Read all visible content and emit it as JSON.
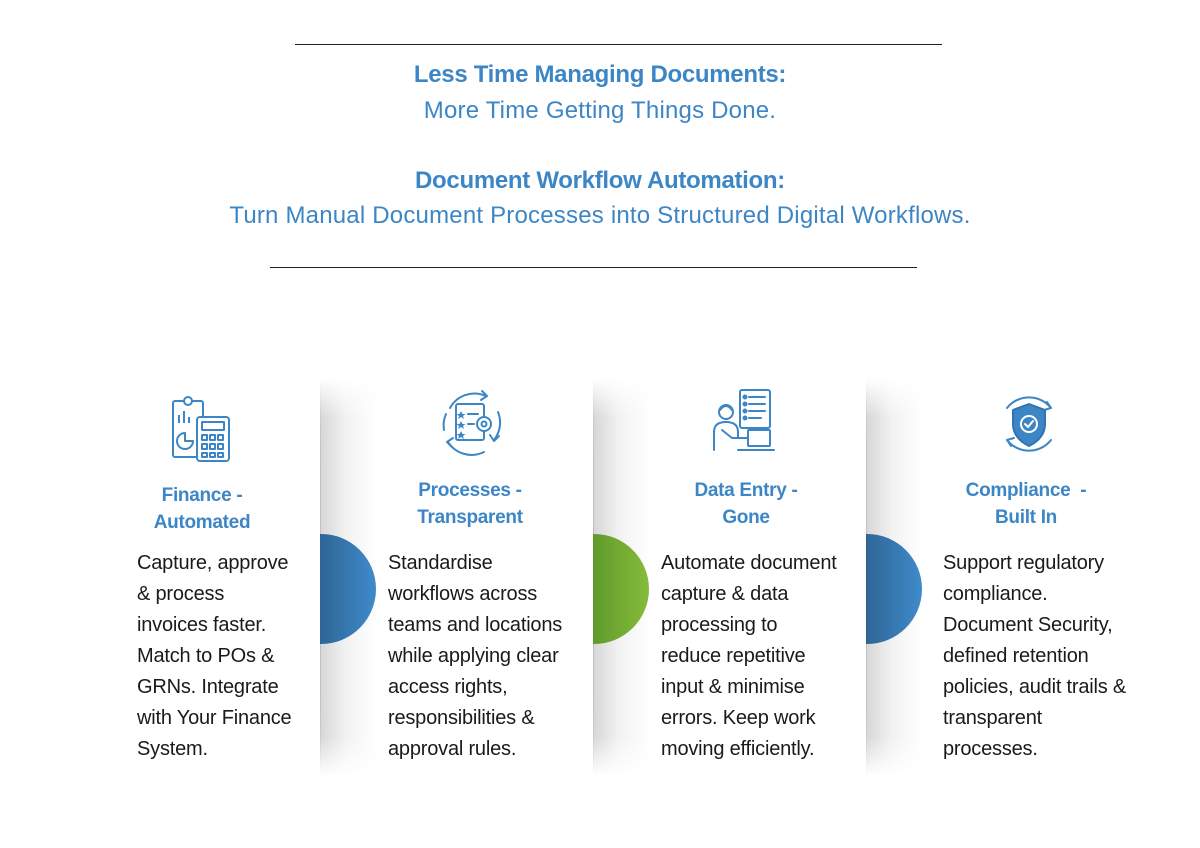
{
  "header": {
    "line1_bold": "Less Time Managing Documents:",
    "line1_sub": "More Time Getting Things Done.",
    "line2_bold": "Document Workflow Automation:",
    "line2_sub": "Turn Manual Document Processes into Structured Digital Workflows."
  },
  "columns": [
    {
      "icon": "finance-calculator-icon",
      "title_lines": [
        "Finance -",
        "Automated"
      ],
      "body_lines": [
        "Capture, approve",
        "& process",
        "invoices faster.",
        "Match to POs &",
        "GRNs. Integrate",
        "with Your Finance",
        "System."
      ]
    },
    {
      "icon": "process-cycle-icon",
      "title_lines": [
        "Processes -",
        "Transparent"
      ],
      "body_lines": [
        "Standardise",
        "workflows across",
        "teams and locations",
        "while applying clear",
        "access rights,",
        "responsibilities &",
        "approval rules."
      ]
    },
    {
      "icon": "data-entry-person-icon",
      "title_lines": [
        "Data Entry -",
        "Gone"
      ],
      "body_lines": [
        "Automate document",
        "capture & data",
        "processing to",
        "reduce repetitive",
        "input & minimise",
        "errors. Keep work",
        "moving efficiently."
      ]
    },
    {
      "icon": "compliance-shield-icon",
      "title_lines": [
        "Compliance  -",
        "Built In"
      ],
      "body_lines": [
        "Support regulatory",
        "compliance.",
        "Document Security,",
        "defined retention",
        "policies, audit trails &",
        "transparent",
        "processes."
      ]
    }
  ],
  "colors": {
    "accent_blue": "#3d86c6",
    "accent_green": "#86bc3a",
    "text": "#1a1a1a"
  }
}
